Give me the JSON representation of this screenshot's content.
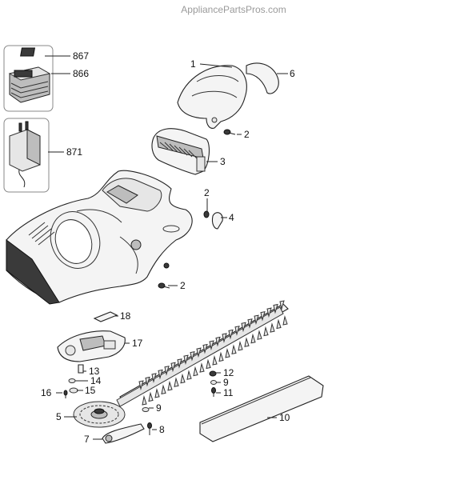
{
  "watermark": "AppliancePartsPros.com",
  "callouts": {
    "p867": "867",
    "p866": "866",
    "p871": "871",
    "p1": "1",
    "p6": "6",
    "p2a": "2",
    "p3": "3",
    "p2b": "2",
    "p4": "4",
    "p2c": "2",
    "p18": "18",
    "p17": "17",
    "p13": "13",
    "p14": "14",
    "p15": "15",
    "p16": "16",
    "p5": "5",
    "p9a": "9",
    "p7": "7",
    "p8": "8",
    "p12": "12",
    "p9b": "9",
    "p11": "11",
    "p10": "10"
  }
}
